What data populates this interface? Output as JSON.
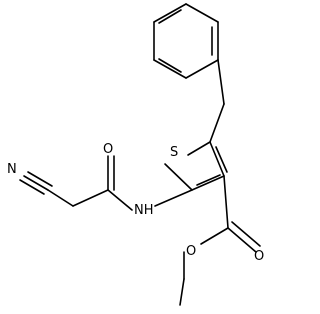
{
  "structure": {
    "atom_labels": {
      "sulfur": "S",
      "amide_nitrogen": "NH",
      "nitrile_nitrogen": "N",
      "amide_oxygen": "O",
      "ester_carbonyl_oxygen": "O",
      "ester_single_oxygen": "O"
    }
  }
}
